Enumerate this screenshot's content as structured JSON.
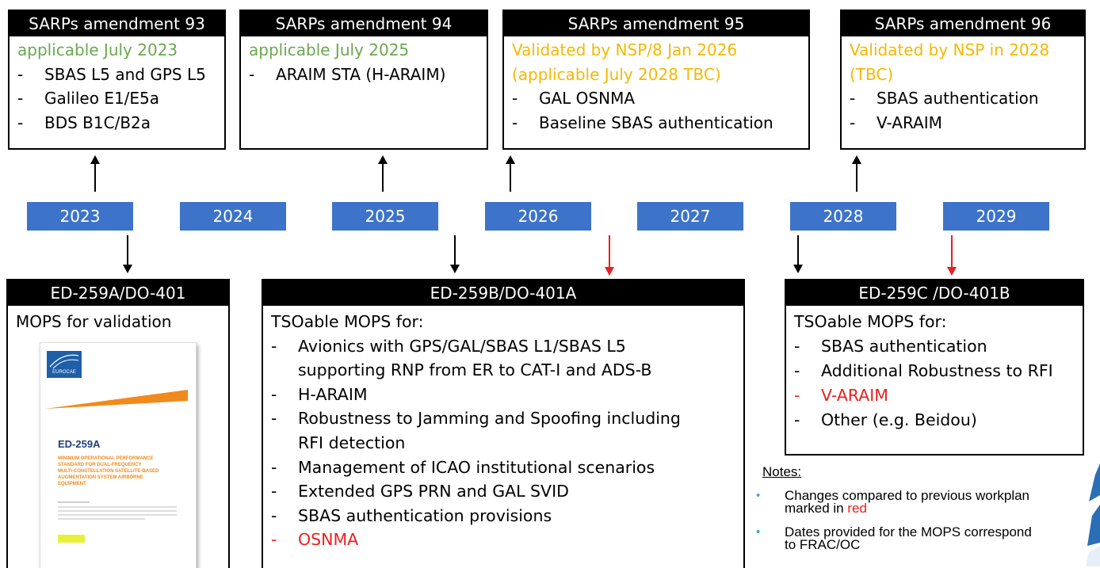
{
  "sarps": [
    {
      "title": "SARPs amendment 93",
      "status_lines": [
        "applicable July 2023"
      ],
      "status_color": "green",
      "items": [
        [
          "SBAS L5 and GPS L5"
        ],
        [
          "Galileo E1/E5a"
        ],
        [
          "BDS B1C/B2a"
        ]
      ]
    },
    {
      "title": "SARPs amendment 94",
      "status_lines": [
        "applicable July 2025"
      ],
      "status_color": "green",
      "items": [
        [
          "ARAIM STA (H-ARAIM)"
        ]
      ]
    },
    {
      "title": "SARPs amendment 95",
      "status_lines": [
        "Validated by NSP/8 Jan 2026",
        "(applicable July 2028 TBC)"
      ],
      "status_color": "orange",
      "items": [
        [
          "GAL OSNMA"
        ],
        [
          "Baseline SBAS authentication"
        ]
      ]
    },
    {
      "title": "SARPs amendment 96",
      "status_lines": [
        "Validated by NSP in 2028",
        "(TBC)"
      ],
      "status_color": "orange",
      "items": [
        [
          "SBAS authentication"
        ],
        [
          "V-ARAIM"
        ]
      ]
    }
  ],
  "years": [
    "2023",
    "2024",
    "2025",
    "2026",
    "2027",
    "2028",
    "2029"
  ],
  "mops": [
    {
      "title": "ED-259A/DO-401",
      "subtitle": "MOPS for validation",
      "doc_cover": {
        "org": "EUROCAE",
        "code": "ED-259A",
        "desc_lines": [
          "MINIMUM OPERATIONAL PERFORMANCE",
          "STANDARD FOR DUAL-FREQUENCY",
          "MULTI-CONSTELLATION SATELLITE-BASED",
          "AUGMENTATION SYSTEM AIRBORNE",
          "EQUIPMENT"
        ]
      }
    },
    {
      "title": "ED-259B/DO-401A",
      "subtitle": "TSOable MOPS for:",
      "items": [
        {
          "text": [
            "Avionics with GPS/GAL/SBAS L1/SBAS L5",
            "supporting RNP from ER to CAT-I and ADS-B"
          ],
          "red": false
        },
        {
          "text": [
            "H-ARAIM"
          ],
          "red": false
        },
        {
          "text": [
            "Robustness to Jamming and Spoofing including",
            "RFI detection"
          ],
          "red": false
        },
        {
          "text": [
            "Management of ICAO institutional scenarios"
          ],
          "red": false
        },
        {
          "text": [
            "Extended GPS PRN and GAL SVID"
          ],
          "red": false
        },
        {
          "text": [
            "SBAS authentication provisions"
          ],
          "red": false
        },
        {
          "text": [
            "OSNMA"
          ],
          "red": true
        }
      ]
    },
    {
      "title": "ED-259C /DO-401B",
      "subtitle": "TSOable MOPS for:",
      "items": [
        {
          "text": [
            "SBAS authentication"
          ],
          "red": false
        },
        {
          "text": [
            "Additional Robustness to RFI"
          ],
          "red": false
        },
        {
          "text": [
            "V-ARAIM"
          ],
          "red": true
        },
        {
          "text": [
            "Other (e.g. Beidou)"
          ],
          "red": false
        }
      ]
    }
  ],
  "notes": {
    "heading": "Notes:",
    "items": [
      {
        "lines": [
          "Changes compared to previous workplan",
          "marked in "
        ],
        "red_word": "red"
      },
      {
        "lines": [
          "Dates provided for the MOPS correspond",
          "to FRAC/OC"
        ],
        "red_word": ""
      }
    ]
  },
  "bullet": "-",
  "colors": {
    "year_fill": "#3d73c9",
    "green": "#6aa84f",
    "orange": "#f5b800",
    "red": "#e82020",
    "header": "#000000"
  }
}
